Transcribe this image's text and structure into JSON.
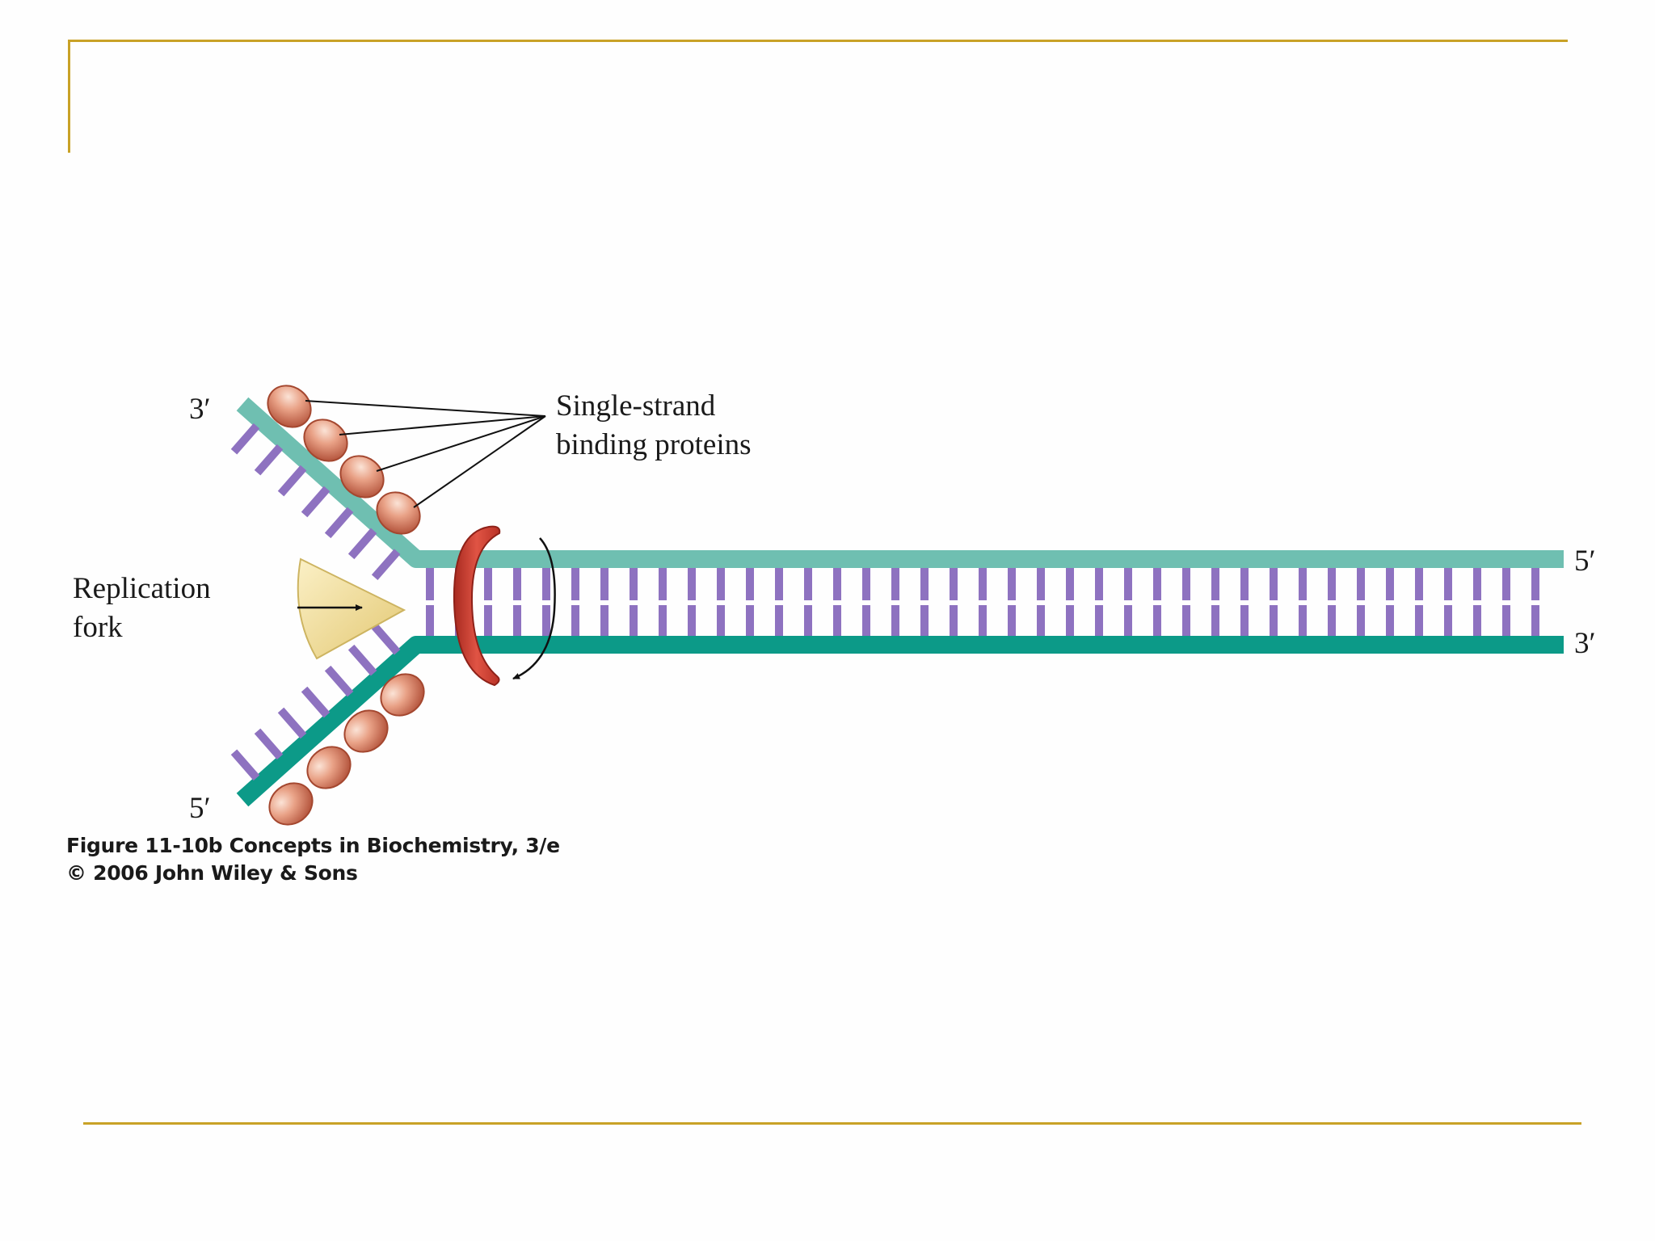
{
  "labels": {
    "top_left_end": "3′",
    "bottom_left_end": "5′",
    "right_top_end": "5′",
    "right_bottom_end": "3′",
    "ssb_line1": "Single-strand",
    "ssb_line2": "binding proteins",
    "fork_line1": "Replication",
    "fork_line2": "fork"
  },
  "caption": {
    "line1": "Figure 11-10b  Concepts in Biochemistry, 3/e",
    "line2": "© 2006 John Wiley & Sons"
  },
  "colors": {
    "rule": "#c9a227",
    "strand_top": "#6fbfb1",
    "strand_bottom": "#0c9a88",
    "bases": "#8e72c0",
    "protein_fill": "#e28d72",
    "helicase": "#cf3a2e",
    "fork_marker": "#f0dc8c"
  }
}
